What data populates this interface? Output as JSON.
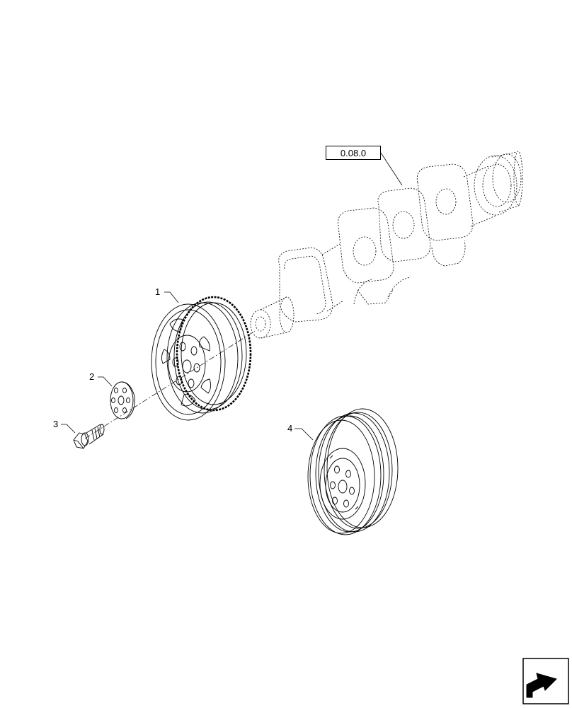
{
  "reference": {
    "label": "0.08.0"
  },
  "callouts": [
    {
      "id": "callout-1",
      "label": "1"
    },
    {
      "id": "callout-2",
      "label": "2"
    },
    {
      "id": "callout-3",
      "label": "3"
    },
    {
      "id": "callout-4",
      "label": "4"
    }
  ],
  "parts": {
    "crankshaft": "crankshaft-phantom",
    "pulley_1": "toothed-damper-pulley",
    "washer_2": "clamp-washer",
    "bolt_3": "flange-bolt",
    "pulley_4": "grooved-pulley"
  },
  "navigation": {
    "icon": "next-page-arrow-icon"
  },
  "colors": {
    "line": "#000000",
    "background": "#ffffff"
  }
}
